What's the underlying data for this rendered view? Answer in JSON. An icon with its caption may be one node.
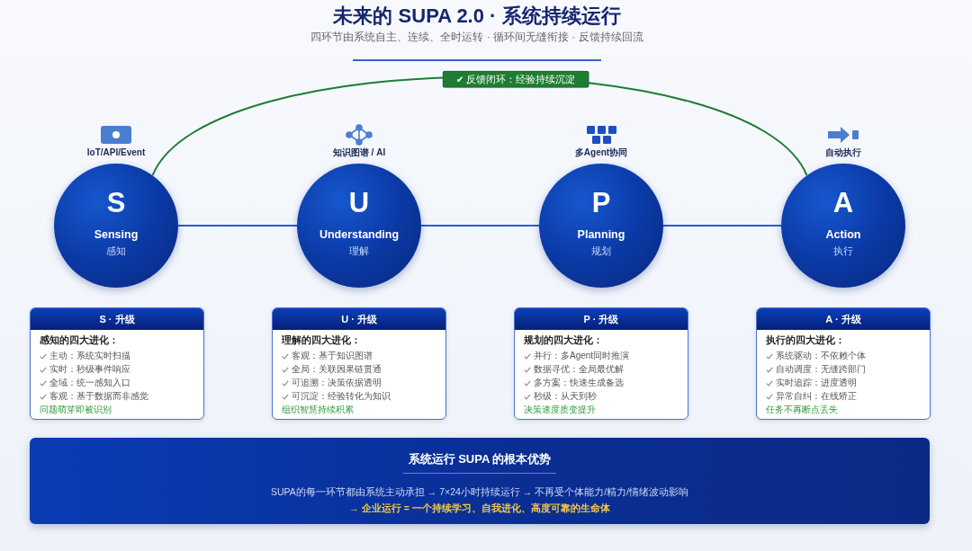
{
  "diagram": {
    "title": "未来的 SUPA 2.0 · 系统持续运行",
    "nodes": [
      {
        "text": [
          "S",
          "Sensing",
          "感知"
        ],
        "beside": [
          "IoT/API/Event"
        ]
      },
      {
        "text": [
          "U",
          "Understanding",
          "理解"
        ],
        "beside": [
          "知识图谱 / AI"
        ]
      },
      {
        "text": [
          "P",
          "Planning",
          "规划"
        ],
        "beside": [
          "多Agent协同"
        ]
      },
      {
        "text": [
          "A",
          "Action",
          "执行"
        ],
        "beside": [
          "自动执行"
        ]
      },
      {
        "text": [
          "S · 升级",
          "感知的四大进化：",
          "主动：系统实时扫描",
          "实时：秒级事件响应",
          "全域：统一感知入口",
          "客观：基于数据而非感觉",
          "问题萌芽即被识别"
        ]
      },
      {
        "text": [
          "U · 升级",
          "理解的四大进化：",
          "客观：基于知识图谱",
          "全局：关联因果链贯通",
          "可追溯：决策依据透明",
          "可沉淀：经验转化为知识",
          "组织智慧持续积累"
        ]
      },
      {
        "text": [
          "P · 升级",
          "规划的四大进化：",
          "并行：多Agent同时推演",
          "数据寻优：全局最优解",
          "多方案：快速生成备选",
          "秒级：从天到秒",
          "决策速度质变提升"
        ]
      },
      {
        "text": [
          "A · 升级",
          "执行的四大进化：",
          "系统驱动：不依赖个体",
          "自动调度：无缝跨部门",
          "实时追踪：进度透明",
          "异常自纠：在线矫正",
          "任务不再断点丢失"
        ]
      },
      {
        "text": [
          "系统运行 SUPA 的根本优势",
          "SUPA的每一环节都由系统主动承担 → 7×24小时持续运行 → 不再受个体能力/精力/情绪波动影响",
          "→ 企业运行 = 一个持续学习、自我进化、高度可靠的生命体"
        ]
      }
    ],
    "edges": [
      {
        "from": 0,
        "to": 1,
        "arrow": "none"
      },
      {
        "from": 1,
        "to": 2,
        "arrow": "none"
      },
      {
        "from": 2,
        "to": 3,
        "arrow": "none"
      },
      {
        "from": 0,
        "to": 3,
        "arrow": "none",
        "label": "✔ 反馈闭环：经验持续沉淀",
        "color": "#1e7d32"
      }
    ],
    "labels": [
      "四环节由系统自主、连续、全时运转 · 循环间无缝衔接 · 反馈持续回流"
    ]
  }
}
